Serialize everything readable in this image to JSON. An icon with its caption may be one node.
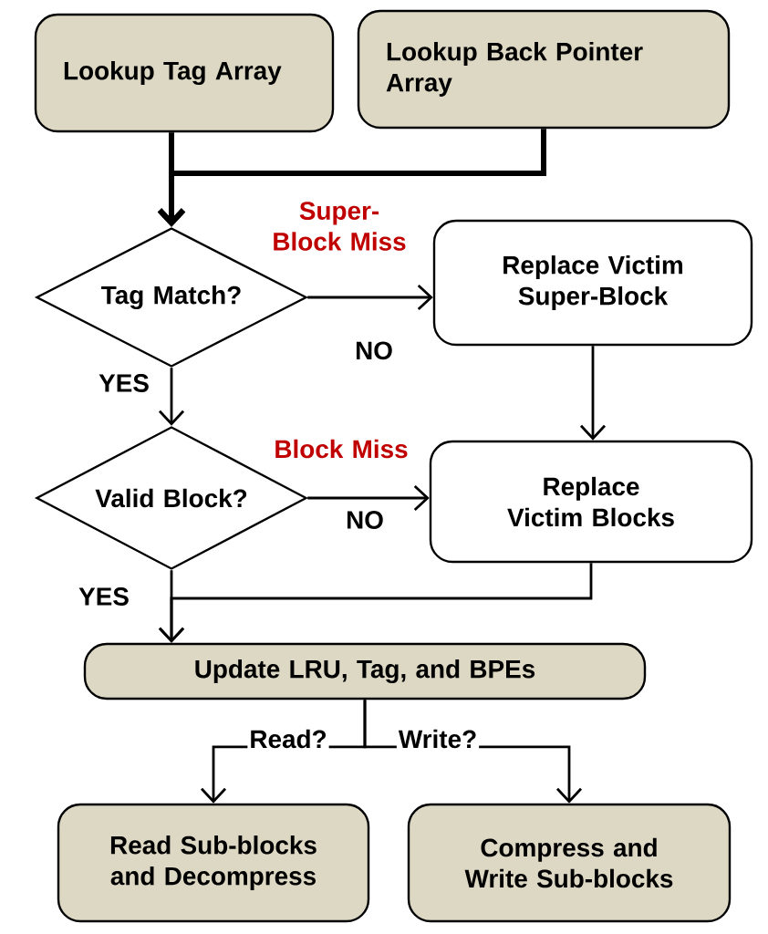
{
  "diagram": {
    "nodes": [
      {
        "text": [
          "Lookup Tag Array"
        ]
      },
      {
        "text": [
          "Lookup Back Pointer Array"
        ]
      },
      {
        "text": [
          "Tag Match?"
        ]
      },
      {
        "text": [
          "Replace Victim Super-Block"
        ]
      },
      {
        "text": [
          "Valid Block?"
        ]
      },
      {
        "text": [
          "Replace Victim Blocks"
        ]
      },
      {
        "text": [
          "Update LRU, Tag, and BPEs"
        ]
      },
      {
        "text": [
          "Read Sub-blocks and Decompress"
        ]
      },
      {
        "text": [
          "Compress and Write Sub-blocks"
        ]
      }
    ],
    "edges": [
      {
        "from": 0,
        "to": 2,
        "arrow": "to",
        "style": "thick"
      },
      {
        "from": 1,
        "to": 2,
        "arrow": "to",
        "style": "thick"
      },
      {
        "from": 2,
        "to": 3,
        "arrow": "to",
        "label": "NO"
      },
      {
        "from": 2,
        "to": 4,
        "arrow": "to",
        "label": "YES"
      },
      {
        "from": 3,
        "to": 5,
        "arrow": "to"
      },
      {
        "from": 4,
        "to": 5,
        "arrow": "to",
        "label": "NO"
      },
      {
        "from": 4,
        "to": 6,
        "arrow": "to",
        "label": "YES"
      },
      {
        "from": 5,
        "to": 6,
        "arrow": "to"
      },
      {
        "from": 6,
        "to": 7,
        "arrow": "to",
        "label": "Read?"
      },
      {
        "from": 6,
        "to": 8,
        "arrow": "to",
        "label": "Write?"
      }
    ],
    "labels": [
      "Super-Block Miss",
      "Block Miss"
    ]
  }
}
